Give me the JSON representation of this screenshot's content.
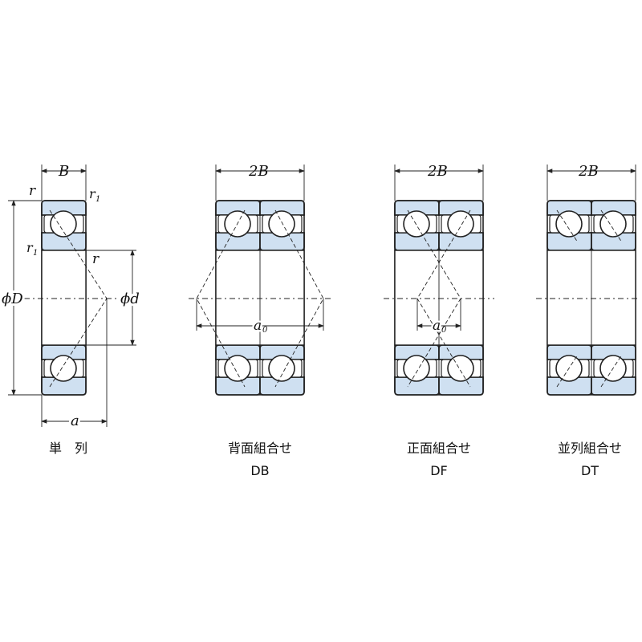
{
  "labels": {
    "B": "B",
    "r": "r",
    "r1": "r",
    "r1_sub": "1",
    "phiD": "ϕD",
    "phid": "ϕd",
    "a": "a",
    "twoB": "2B",
    "a0": "a",
    "a0_sub": "0"
  },
  "captions": {
    "single": "単　列",
    "db_jp": "背面組合せ",
    "db_en": "DB",
    "df_jp": "正面組合せ",
    "df_en": "DF",
    "dt_jp": "並列組合せ",
    "dt_en": "DT"
  }
}
